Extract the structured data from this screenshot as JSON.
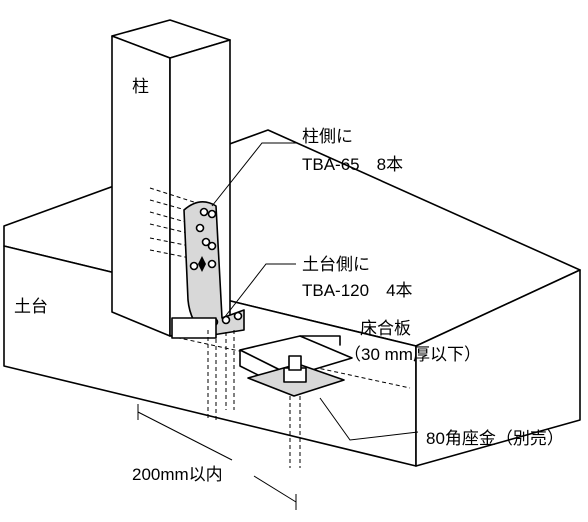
{
  "labels": {
    "post": "柱",
    "sill": "土台",
    "post_side_line1": "柱側に",
    "post_side_line2": "TBA-65　8本",
    "sill_side_line1": "土台側に",
    "sill_side_line2": "TBA-120　4本",
    "floor_board_line1": "床合板",
    "floor_board_line2": "（30 mm厚以下）",
    "washer": "80角座金（別売）",
    "dimension": "200mm以内"
  }
}
